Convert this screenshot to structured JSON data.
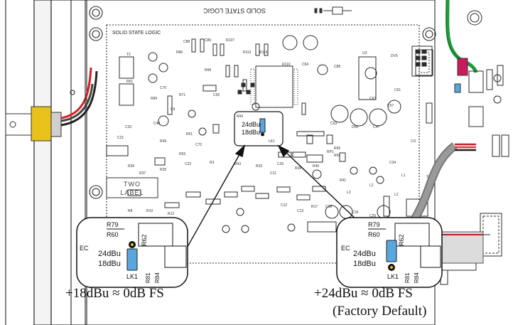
{
  "board": {
    "title_top": "SOLID STATE LOGIC",
    "title_left": "SOLID STATE LOGIC",
    "label_box": [
      "TWO",
      "LABEL"
    ]
  },
  "inset_left": {
    "ref_top1": "R79",
    "ref_top2": "R60",
    "ref_side": "R62",
    "ref_ec": "EC",
    "label_24": "24dBu",
    "label_18": "18dBu",
    "link": "LK1",
    "ref_bottom1": "R81",
    "ref_bottom2": "R84"
  },
  "inset_center": {
    "label_24": "24dBu",
    "label_18": "18dBu"
  },
  "inset_right": {
    "ref_top1": "R79",
    "ref_top2": "R60",
    "ref_side": "R62",
    "ref_ec": "EC",
    "label_24": "24dBu",
    "label_18": "18dBu",
    "link": "LK1",
    "ref_bottom1": "R81",
    "ref_bottom2": "R84"
  },
  "captions": {
    "left": "+18dBu ≈ 0dB FS",
    "right": "+24dBu ≈ 0dB FS",
    "right_sub": "(Factory Default)"
  },
  "colors": {
    "jumper_blue": "#5aa7e0",
    "cable_green": "#1f9a3a",
    "connector_yellow": "#e8c21a",
    "wire_red": "#d42020",
    "pcb_line": "#2b2b2b"
  }
}
